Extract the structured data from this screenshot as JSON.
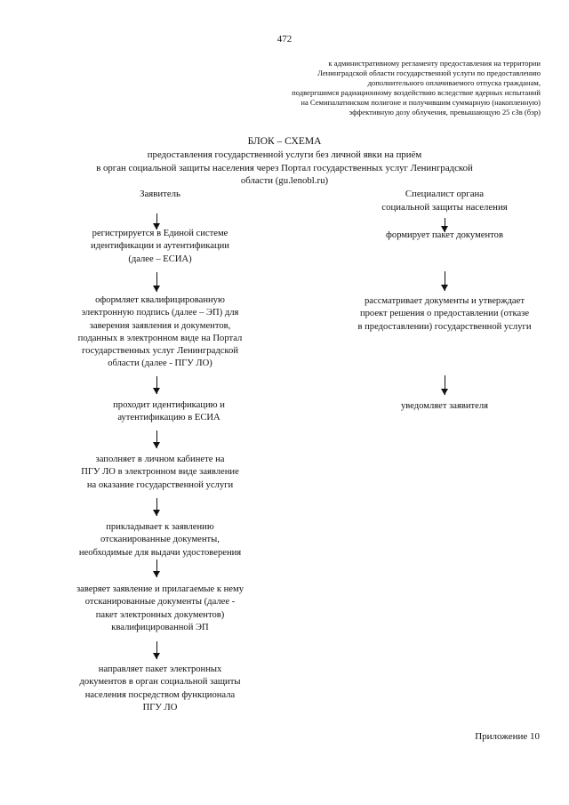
{
  "page_number": "472",
  "annex_note": [
    "к административному регламенту предоставления на территории",
    "Ленинградской области государственной услуги по предоставлению",
    "дополнительного оплачиваемого отпуска гражданам,",
    "подвергшимся радиационному воздействию вследствие ядерных испытаний",
    "на Семипалатинском полигоне и получившим суммарную (накопленную)",
    "эффективную дозу облучения, превышающую 25 сЗв (бэр)"
  ],
  "title": "БЛОК – СХЕМА",
  "subtitle": [
    "предоставления государственной услуги без личной явки на приём",
    "в орган социальной защиты населения через Портал государственных услуг Ленинградской",
    "области (gu.lenobl.ru)"
  ],
  "left_column": {
    "heading": "Заявитель",
    "steps": [
      [
        "регистрируется в Единой системе",
        "идентификации и аутентификации",
        "(далее – ЕСИА)"
      ],
      [
        "оформляет квалифицированную",
        "электронную подпись (далее – ЭП) для",
        "заверения заявления и документов,",
        "поданных в электронном виде на Портал",
        "государственных услуг Ленинградской",
        "области (далее - ПГУ ЛО)"
      ],
      [
        "проходит идентификацию и",
        "аутентификацию в ЕСИА"
      ],
      [
        "заполняет в личном кабинете на",
        "ПГУ ЛО в электронном виде заявление",
        "на оказание государственной услуги"
      ],
      [
        "прикладывает к заявлению",
        "отсканированные документы,",
        "необходимые для выдачи удостоверения"
      ],
      [
        "заверяет заявление и прилагаемые к нему",
        "отсканированные документы (далее -",
        "пакет электронных документов)",
        "квалифицированной ЭП"
      ],
      [
        "направляет пакет электронных",
        "документов в орган социальной защиты",
        "населения посредством функционала",
        "ПГУ ЛО"
      ]
    ]
  },
  "right_column": {
    "heading": [
      "Специалист органа",
      "социальной защиты населения"
    ],
    "steps": [
      [
        "формирует пакет документов"
      ],
      [
        "рассматривает документы и утверждает",
        "проект решения о предоставлении (отказе",
        "в предоставлении) государственной услуги"
      ],
      [
        "уведомляет заявителя"
      ]
    ]
  },
  "appendix_label": "Приложение 10"
}
